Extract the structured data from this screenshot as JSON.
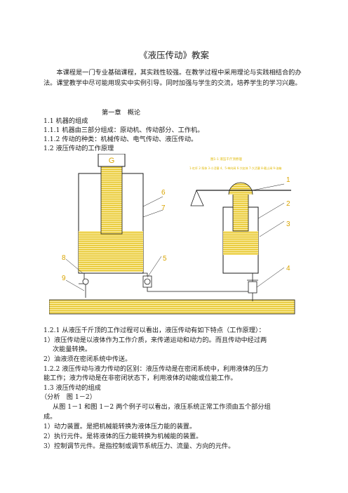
{
  "title": "《液压传动》教案",
  "intro": "本课程是一门专业基础课程，其实践性较强。在教学过程中采用理论与实践相结合的办法。课堂教学中尽可能用现实中实例引导。同时加强与学生的交流，培养学生的学习兴趣。",
  "chapter": "第一章　概论",
  "lines_top": [
    "1.1   机器的组成",
    "1.1.1  机器由三部分组成：原动机、传动部分、工作机。",
    "1.1.2  传动的种类：机械传动、电气传动、液压传动。",
    "1.2  液压传动的工作原理"
  ],
  "figure": {
    "load_label": "G",
    "number_labels": [
      "1",
      "2",
      "3",
      "4",
      "5",
      "6",
      "7",
      "8",
      "9"
    ],
    "title_text": "图1-1 液压千斤顶原理",
    "parts_text": "1-杠杆 2-泵体 3-小活塞 4、5-单向阀 6-大缸体 7-大活塞 8-截止阀 9-油箱"
  },
  "lines_bottom": [
    "1.2.1  从液压千斤顶的工作过程可以看出，液压传动有如下特点（工作原理）：",
    "1）液压传动是以液体作为工作介质，来传递运动和动力的。而且传动中经过两",
    "次能量转换。",
    "2）油液须在密闭系统中传送。",
    "1.2.2  液压传动与液力传动的区别：液压传动是在密闭系统中，利用液体的压力",
    "能工作；液力传动是在非密闭状态下，利用液体的动能或位能工作。",
    "1.3  液压传动的组成",
    "（分析　图 1－2）",
    "从图 1－1 和图 1－2 两个例子可以看出，液压系统正常工作须由五个部分组",
    "成。",
    "1）动力装置。是把机械能转换为液体压力能的装置。",
    "2）执行元件。是将液体的压力能转换为机械能的装置。",
    "3）控制调节元件。是指控制或调节系统压力、流量、方向的元件。"
  ],
  "colors": {
    "line": "#1a1a1a",
    "fluid": "#f6e58d",
    "fluid_line": "#e0b800",
    "label": "#d9a400"
  }
}
